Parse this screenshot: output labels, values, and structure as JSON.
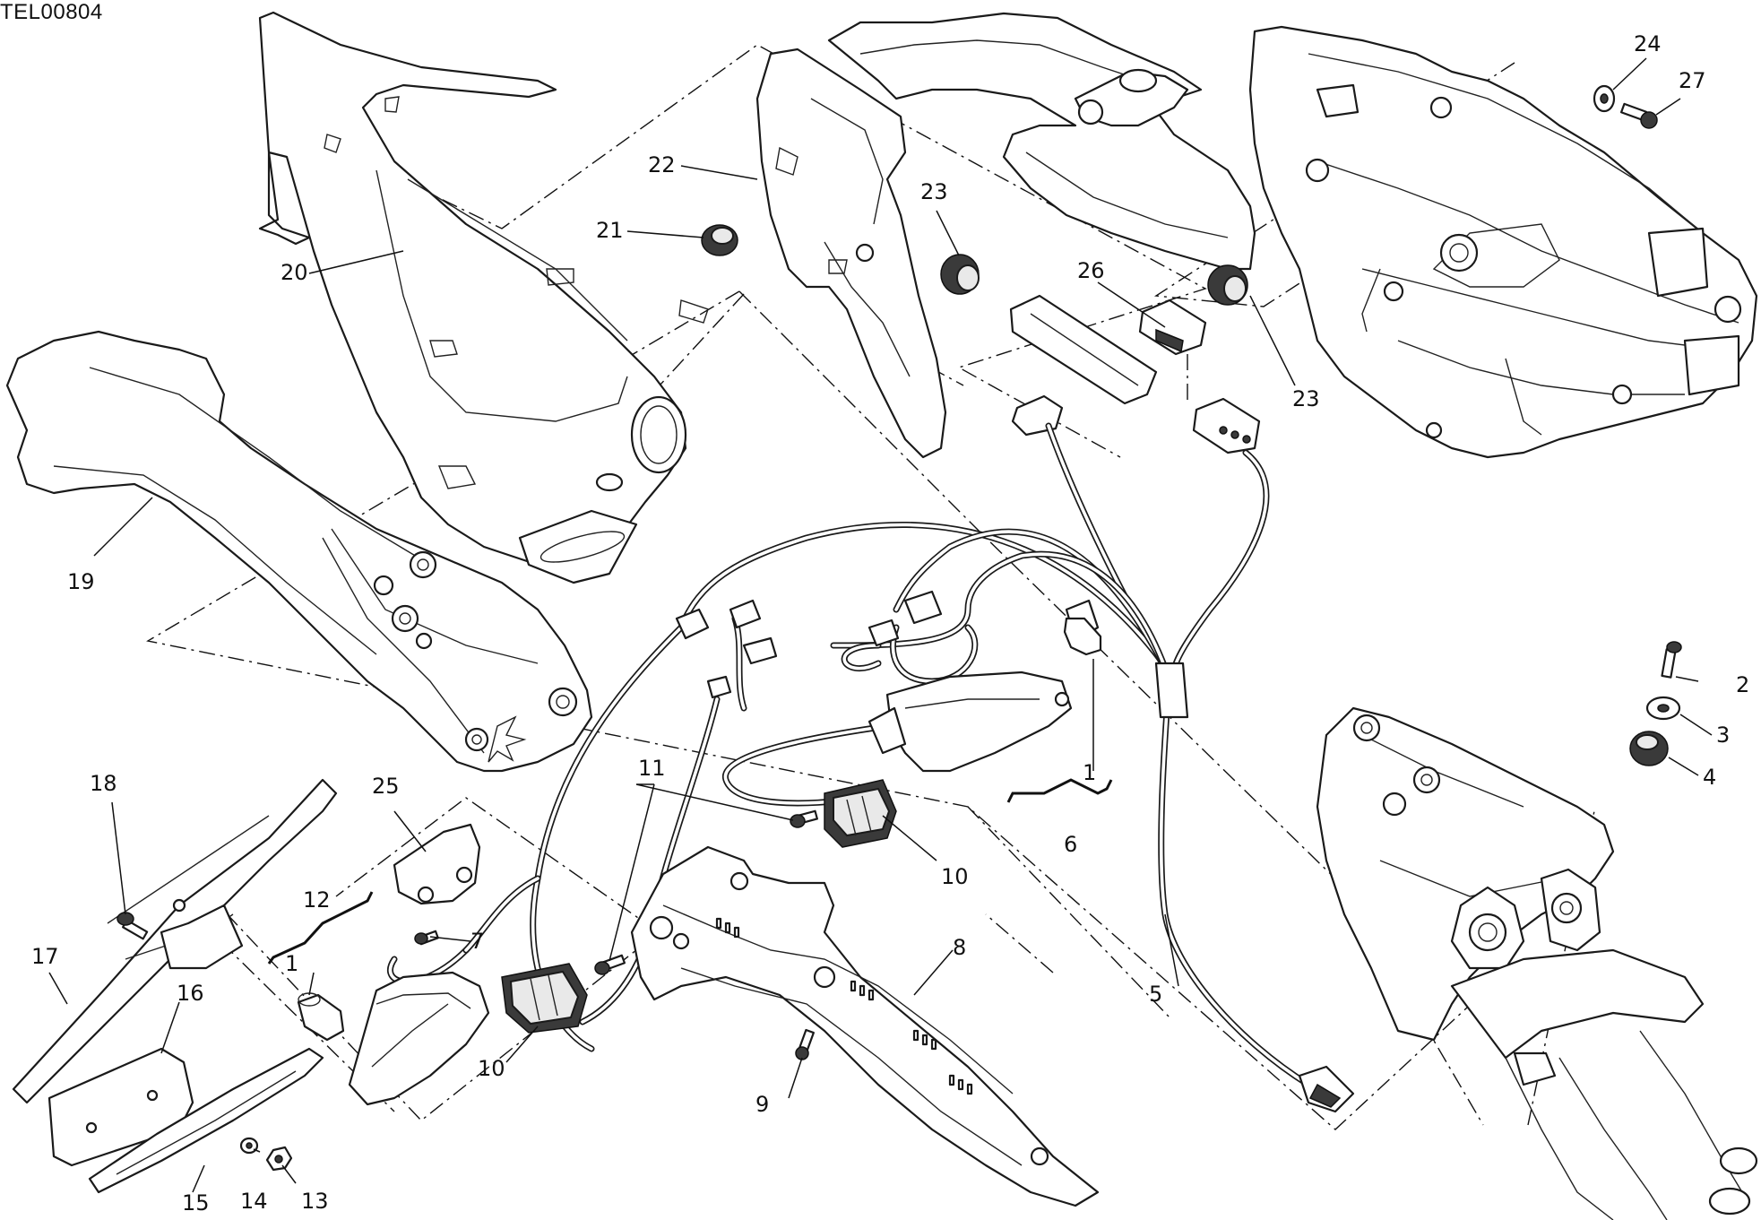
{
  "drawing_code": "TEL00804",
  "callouts": [
    {
      "id": "c1a",
      "text": "1"
    },
    {
      "id": "c1b",
      "text": "1"
    },
    {
      "id": "c2",
      "text": "2"
    },
    {
      "id": "c3",
      "text": "3"
    },
    {
      "id": "c4",
      "text": "4"
    },
    {
      "id": "c5",
      "text": "5"
    },
    {
      "id": "c6",
      "text": "6"
    },
    {
      "id": "c7",
      "text": "7"
    },
    {
      "id": "c8",
      "text": "8"
    },
    {
      "id": "c9",
      "text": "9"
    },
    {
      "id": "c10a",
      "text": "10"
    },
    {
      "id": "c10b",
      "text": "10"
    },
    {
      "id": "c11",
      "text": "11"
    },
    {
      "id": "c12",
      "text": "12"
    },
    {
      "id": "c13",
      "text": "13"
    },
    {
      "id": "c14",
      "text": "14"
    },
    {
      "id": "c15",
      "text": "15"
    },
    {
      "id": "c16",
      "text": "16"
    },
    {
      "id": "c17",
      "text": "17"
    },
    {
      "id": "c18",
      "text": "18"
    },
    {
      "id": "c19",
      "text": "19"
    },
    {
      "id": "c20",
      "text": "20"
    },
    {
      "id": "c21",
      "text": "21"
    },
    {
      "id": "c22",
      "text": "22"
    },
    {
      "id": "c23a",
      "text": "23"
    },
    {
      "id": "c23b",
      "text": "23"
    },
    {
      "id": "c24",
      "text": "24"
    },
    {
      "id": "c25",
      "text": "25"
    },
    {
      "id": "c26",
      "text": "26"
    },
    {
      "id": "c27",
      "text": "27"
    }
  ]
}
